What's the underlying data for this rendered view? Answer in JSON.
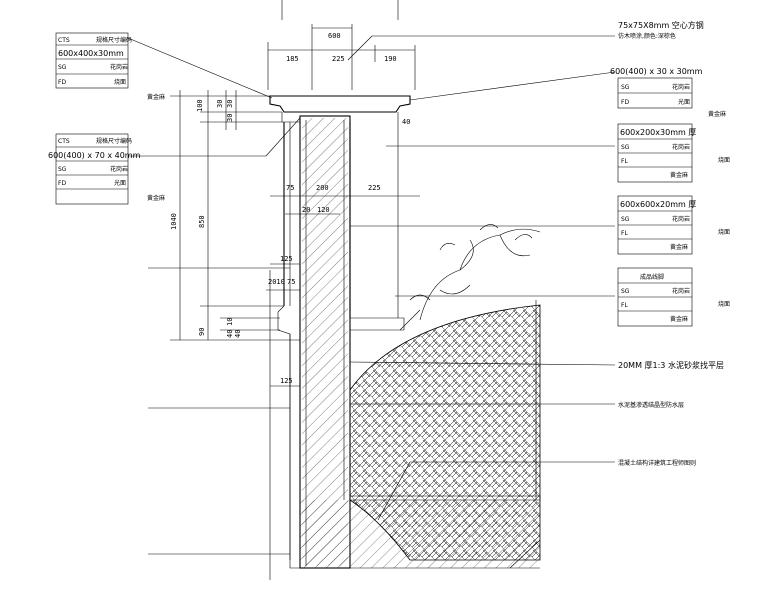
{
  "top_dims": {
    "total": "600",
    "d1": "185",
    "d2": "225",
    "d3": "190"
  },
  "mid_dims": {
    "a": "75",
    "b": "200",
    "c": "225",
    "d": "120",
    "e": "20",
    "f": "125",
    "g": "2010",
    "h": "75",
    "i": "125"
  },
  "vert_dims": {
    "v1": "100",
    "v2": "30",
    "v3": "30",
    "v4": "30",
    "total": "1040",
    "main": "850",
    "low1": "90",
    "low2": "40",
    "low3": "10",
    "low4": "40",
    "side": "40"
  },
  "left_tag1": {
    "lines": [
      [
        "CTS",
        "规格尺寸编码"
      ],
      [
        "600x400x30mm",
        ""
      ],
      [
        "SG",
        "花岗岩"
      ],
      [
        "FD",
        "烧面"
      ]
    ]
  },
  "left_tag2": {
    "lines": [
      [
        "CTS",
        "规格尺寸编码"
      ],
      [
        "600(400) x 70 x 40mm",
        ""
      ],
      [
        "SG",
        "花岗岩"
      ],
      [
        "FD",
        "光面"
      ]
    ]
  },
  "left_color1": "黄金麻",
  "left_color2": "黄金麻",
  "right_tags": [
    {
      "title": "600(400) x 30 x 30mm",
      "r1a": "SG",
      "r1b": "花岗岩",
      "r2a": "FD",
      "r2b": "光面",
      "side": "黄金麻"
    },
    {
      "title": "600x200x30mm 厚",
      "r1a": "SG",
      "r1b": "花岗岩",
      "r2a": "FL",
      "r2b": "",
      "r3": "黄金麻",
      "side": "烧面"
    },
    {
      "title": "600x600x20mm 厚",
      "r1a": "SG",
      "r1b": "花岗岩",
      "r2a": "FL",
      "r2b": "",
      "r3": "黄金麻",
      "side": "烧面"
    },
    {
      "title": "成品线脚",
      "r1a": "SG",
      "r1b": "花岗岩",
      "r2a": "FL",
      "r2b": "",
      "r3": "黄金麻",
      "side": "烧面"
    }
  ],
  "top_note": {
    "l1": "75x75X8mm 空心方钢",
    "l2": "仿木喷涂,颜色:深棕色"
  },
  "notes": [
    "20MM 厚1:3 水泥砂浆找平层",
    "水泥基渗透结晶型防水层",
    "混凝土结构详建筑工程师图则"
  ]
}
